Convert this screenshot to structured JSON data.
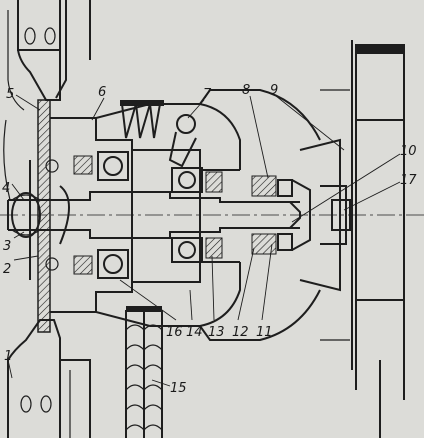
{
  "figure": {
    "callouts": [
      {
        "id": "c1",
        "text": "1"
      },
      {
        "id": "c2",
        "text": "2"
      },
      {
        "id": "c3",
        "text": "3"
      },
      {
        "id": "c4",
        "text": "4"
      },
      {
        "id": "c5",
        "text": "5"
      },
      {
        "id": "c6",
        "text": "6"
      },
      {
        "id": "c7",
        "text": "7"
      },
      {
        "id": "c8",
        "text": "8"
      },
      {
        "id": "c9",
        "text": "9"
      },
      {
        "id": "c10",
        "text": "10"
      },
      {
        "id": "c11",
        "text": "11"
      },
      {
        "id": "c12",
        "text": "12"
      },
      {
        "id": "c13",
        "text": "13"
      },
      {
        "id": "c14",
        "text": "14"
      },
      {
        "id": "c15",
        "text": "15"
      },
      {
        "id": "c16",
        "text": "16"
      },
      {
        "id": "c17",
        "text": "17"
      }
    ],
    "colors": {
      "paper": "#dcdcd8",
      "ink": "#1e1e1e"
    }
  }
}
